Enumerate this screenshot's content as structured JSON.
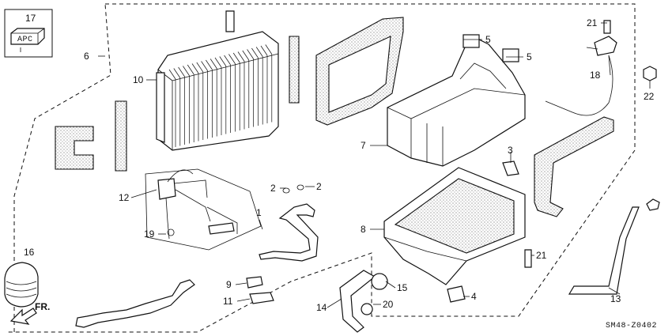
{
  "diagram": {
    "callouts": [
      {
        "id": "c1",
        "text": "1"
      },
      {
        "id": "c2a",
        "text": "2"
      },
      {
        "id": "c2b",
        "text": "2"
      },
      {
        "id": "c3",
        "text": "3"
      },
      {
        "id": "c4",
        "text": "4"
      },
      {
        "id": "c5a",
        "text": "5"
      },
      {
        "id": "c5b",
        "text": "5"
      },
      {
        "id": "c6",
        "text": "6"
      },
      {
        "id": "c7",
        "text": "7"
      },
      {
        "id": "c8",
        "text": "8"
      },
      {
        "id": "c9",
        "text": "9"
      },
      {
        "id": "c10",
        "text": "10"
      },
      {
        "id": "c11",
        "text": "11"
      },
      {
        "id": "c12",
        "text": "12"
      },
      {
        "id": "c13",
        "text": "13"
      },
      {
        "id": "c14",
        "text": "14"
      },
      {
        "id": "c15",
        "text": "15"
      },
      {
        "id": "c16",
        "text": "16"
      },
      {
        "id": "c17",
        "text": "17"
      },
      {
        "id": "c18",
        "text": "18"
      },
      {
        "id": "c19",
        "text": "19"
      },
      {
        "id": "c20",
        "text": "20"
      },
      {
        "id": "c21a",
        "text": "21"
      },
      {
        "id": "c21b",
        "text": "21"
      },
      {
        "id": "c22",
        "text": "22"
      }
    ],
    "part_code": "SM48-Z0402",
    "front_marker": "FR.",
    "cap_label": "APC"
  }
}
